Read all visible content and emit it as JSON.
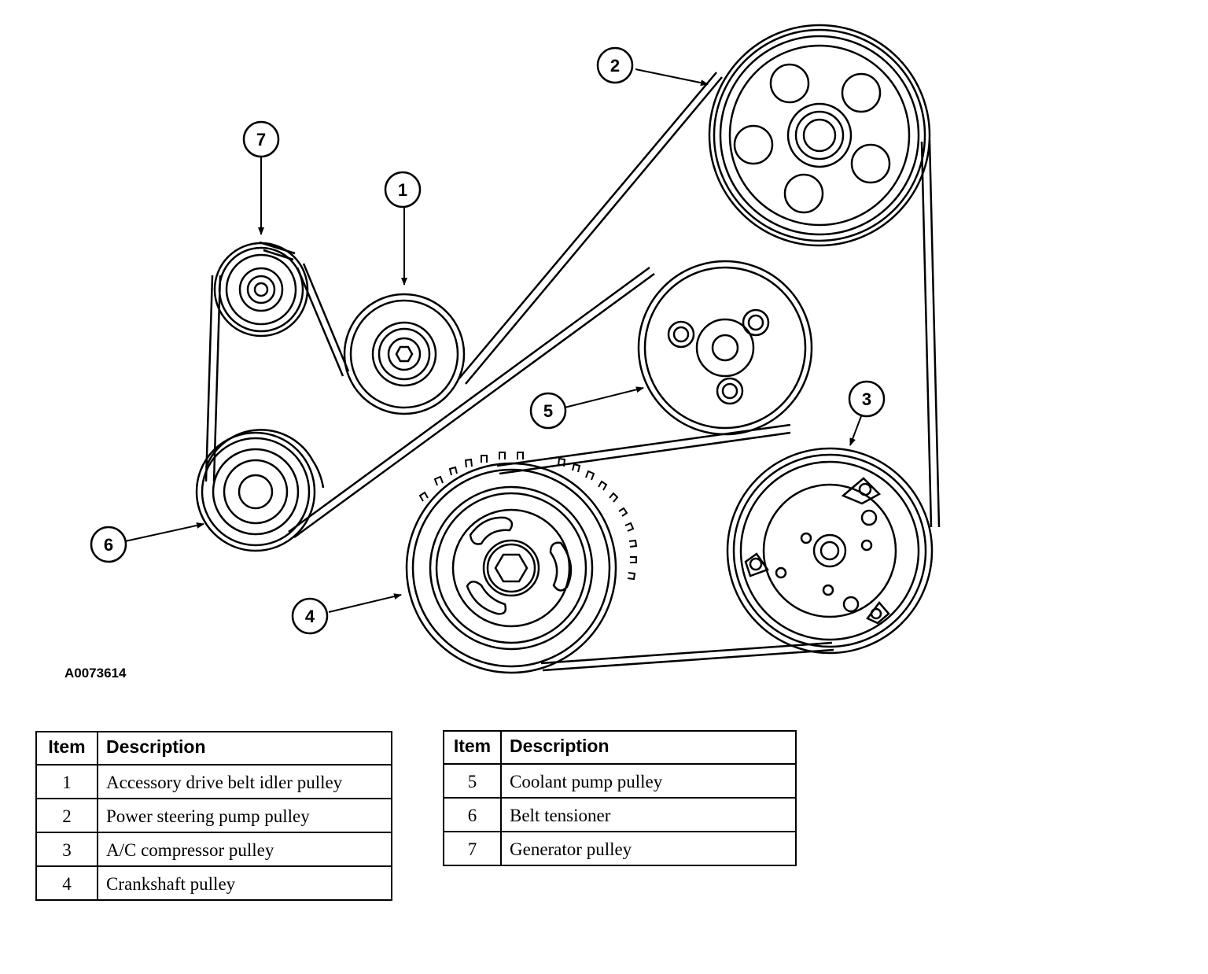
{
  "figure_id": "A0073614",
  "callouts": [
    "1",
    "2",
    "3",
    "4",
    "5",
    "6",
    "7"
  ],
  "legend_header": {
    "item": "Item",
    "description": "Description"
  },
  "legend_left": [
    {
      "item": "1",
      "description": "Accessory drive belt idler pulley"
    },
    {
      "item": "2",
      "description": "Power steering pump pulley"
    },
    {
      "item": "3",
      "description": "A/C compressor pulley"
    },
    {
      "item": "4",
      "description": "Crankshaft pulley"
    }
  ],
  "legend_right": [
    {
      "item": "5",
      "description": "Coolant pump pulley"
    },
    {
      "item": "6",
      "description": "Belt tensioner"
    },
    {
      "item": "7",
      "description": "Generator pulley"
    }
  ]
}
